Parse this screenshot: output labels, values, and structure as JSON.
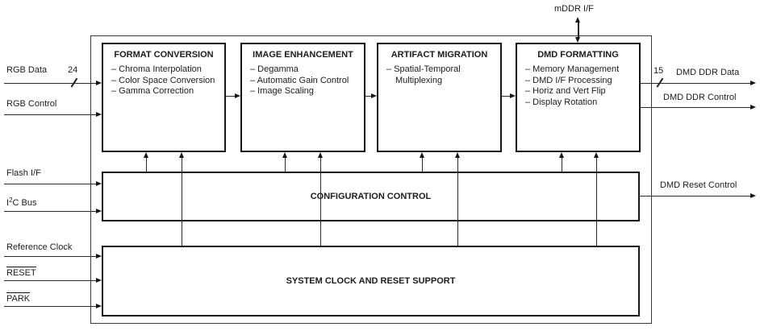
{
  "diagram": {
    "mddr_label": "mDDR I/F",
    "blocks": [
      {
        "title": "FORMAT CONVERSION",
        "items": [
          "– Chroma Interpolation",
          "– Color Space Conversion",
          "– Gamma Correction"
        ]
      },
      {
        "title": "IMAGE ENHANCEMENT",
        "items": [
          "– Degamma",
          "– Automatic Gain Control",
          "– Image Scaling"
        ]
      },
      {
        "title": "ARTIFACT MIGRATION",
        "items": [
          "– Spatial-Temporal Multiplexing"
        ]
      },
      {
        "title": "DMD FORMATTING",
        "items": [
          "– Memory Management",
          "– DMD I/F Processing",
          "– Horiz and Vert Flip",
          "– Display Rotation"
        ]
      }
    ],
    "config_title": "CONFIGURATION CONTROL",
    "system_title": "SYSTEM CLOCK AND RESET SUPPORT",
    "left_signals": [
      {
        "label": "RGB Data",
        "bus_width": "24"
      },
      {
        "label": "RGB Control"
      },
      {
        "label": "Flash I/F"
      },
      {
        "pre": "I",
        "sup": "2",
        "post": "C Bus"
      },
      {
        "label": "Reference Clock"
      },
      {
        "label": "RESET"
      },
      {
        "label": "PARK"
      }
    ],
    "right_signals": [
      {
        "label": "DMD DDR Data",
        "bus_width": "15"
      },
      {
        "label": "DMD DDR Control"
      },
      {
        "label": "DMD Reset Control"
      }
    ],
    "colors": {
      "line": "#2a2a2a",
      "border": "#161616",
      "background": "#ffffff"
    }
  }
}
